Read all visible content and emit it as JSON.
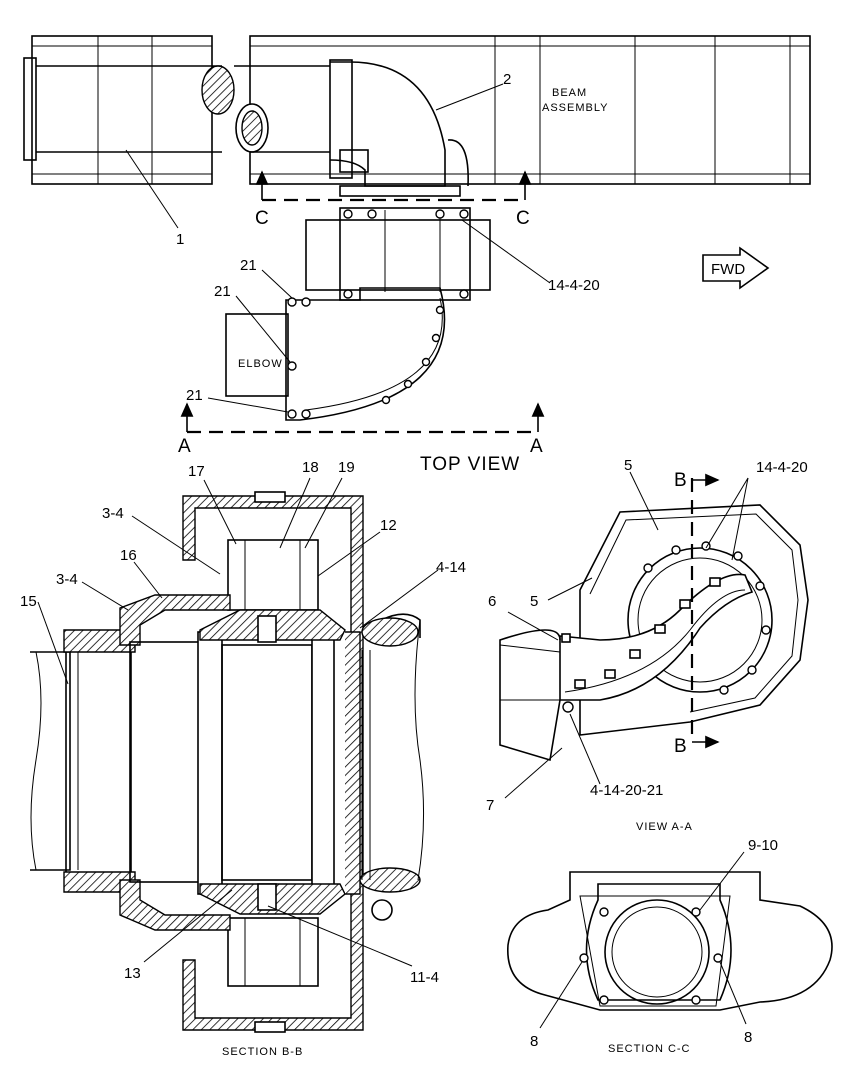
{
  "views": {
    "top_view": {
      "title": "TOP VIEW",
      "beam_label_line1": "BEAM",
      "beam_label_line2": "ASSEMBLY",
      "elbow_label": "ELBOW",
      "fwd_label": "FWD",
      "section_marker_a": "A",
      "section_marker_c": "C",
      "callouts": [
        "1",
        "2",
        "14-4-20",
        "21",
        "21",
        "21"
      ]
    },
    "section_bb": {
      "caption": "SECTION B-B",
      "callouts": [
        "17",
        "18",
        "19",
        "3-4",
        "3-4",
        "16",
        "12",
        "4-14",
        "15",
        "13",
        "11-4"
      ]
    },
    "view_aa": {
      "caption": "VIEW A-A",
      "section_marker_b": "B",
      "callouts": [
        "5",
        "5",
        "14-4-20",
        "6",
        "7",
        "4-14-20-21"
      ]
    },
    "section_cc": {
      "caption": "SECTION C-C",
      "callouts": [
        "9-10",
        "8",
        "8"
      ]
    }
  }
}
